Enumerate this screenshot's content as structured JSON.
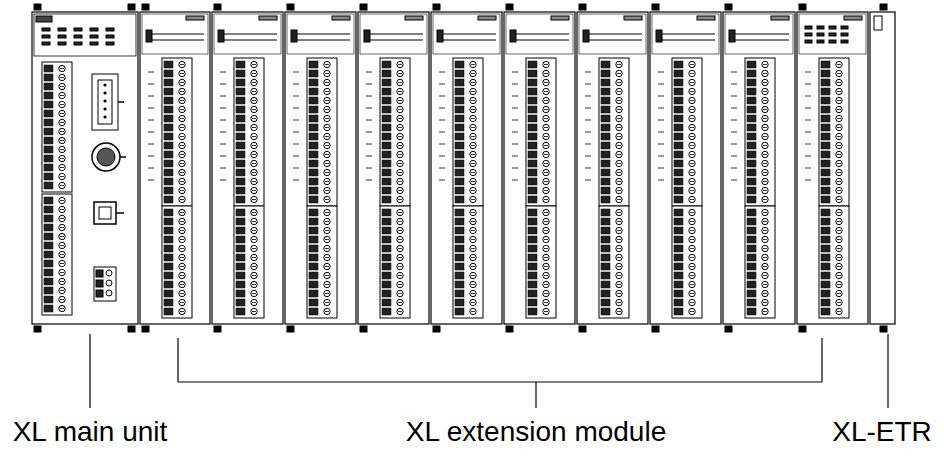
{
  "diagram": {
    "labels": [
      "XL main unit",
      "XL extension module",
      "XL-ETR"
    ]
  }
}
